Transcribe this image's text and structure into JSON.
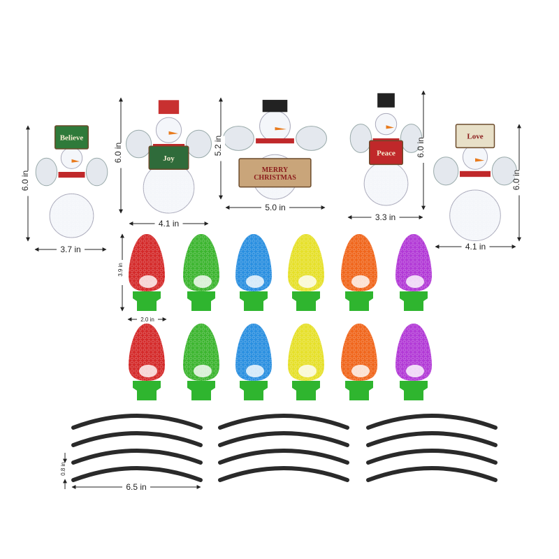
{
  "snowmen": [
    {
      "sign": "Believe",
      "height_label": "6.0 in",
      "width_label": "3.7 in",
      "sign_color": "#2f7a3a"
    },
    {
      "sign": "Joy",
      "height_label": "6.0 in",
      "width_label": "4.1 in",
      "sign_color": "#2f6b3a"
    },
    {
      "sign": "MERRY CHRISTMAS",
      "height_label": "5.2 in",
      "width_label": "5.0 in",
      "sign_color": "#c9a57a"
    },
    {
      "sign": "Peace",
      "height_label": "6.0 in",
      "width_label": "3.3 in",
      "sign_color": "#c0282a"
    },
    {
      "sign": "Love",
      "height_label": "6.0 in",
      "width_label": "4.1 in",
      "sign_color": "#e8e0c8"
    }
  ],
  "bulbs": {
    "colors": [
      "#d42a2a",
      "#3cb52f",
      "#2a8fe0",
      "#e6e02a",
      "#f0661c",
      "#b23ad6"
    ],
    "rows": 2,
    "base_color": "#2fb52f",
    "height_label": "3.9 in",
    "width_label": "2.0 in"
  },
  "wires": {
    "groups": 3,
    "per_group": 4,
    "color": "#2a2a2a",
    "height_label": "0.8 in",
    "length_label": "6.5 in"
  }
}
